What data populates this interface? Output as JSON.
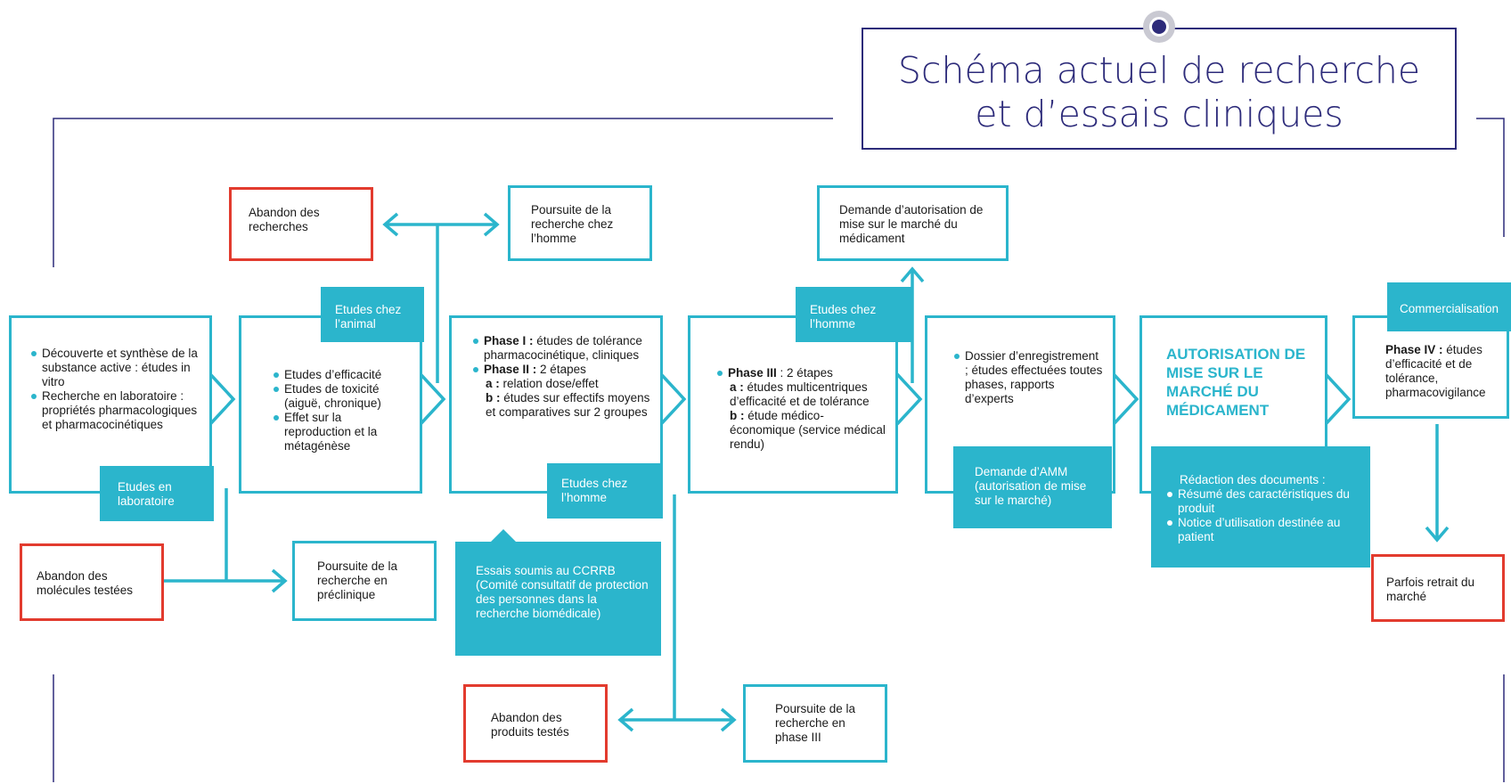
{
  "title": {
    "line1": "Schéma actuel de recherche",
    "line2": "et d’essais cliniques"
  },
  "colors": {
    "teal": "#2bb5cc",
    "red": "#e23b2e",
    "navy": "#2d2b7a"
  },
  "icons": [
    "eye-icon"
  ],
  "stage1": {
    "items": [
      "Découverte et synthèse de la substance active : études in vitro",
      "Recherche en laboratoire : propriétés pharmacologiques et pharmacocinétiques"
    ],
    "label": "Etudes en laboratoire"
  },
  "stage2": {
    "items": [
      "Etudes d’efficacité",
      "Etudes de toxicité (aiguë, chronique)",
      "Effet sur la reproduction et la métagénèse"
    ],
    "label": "Etudes chez l’animal"
  },
  "stage3": {
    "phase1_title": "Phase I :",
    "phase1_text": "études de tolérance pharmacocinétique, cliniques",
    "phase2_title": "Phase II :",
    "phase2_text": "2 étapes",
    "a_key": "a :",
    "a_text": "relation dose/effet",
    "b_key": "b :",
    "b_text": "études sur effectifs moyens et comparatives sur 2 groupes",
    "label": "Etudes chez l’homme",
    "ccrrb": "Essais soumis au CCRRB (Comité consultatif de protection des personnes dans la recherche biomédicale)"
  },
  "stage4": {
    "phase3_title": "Phase III",
    "phase3_text": ": 2 étapes",
    "a_key": "a :",
    "a_text": "études multicentriques d’efficacité et de tolérance",
    "b_key": "b :",
    "b_text": "étude médico-économique (service médical rendu)",
    "label": "Etudes chez l’homme"
  },
  "stage5": {
    "item": "Dossier d’enregistrement ; études effectuées toutes phases, rapports d’experts",
    "label": "Demande d’AMM (autorisation de mise sur le marché)"
  },
  "stage6": {
    "title": "AUTORISATION DE MISE SUR LE MARCHÉ DU MÉDICAMENT",
    "docs_title": "Rédaction des documents :",
    "docs": [
      "Résumé des caractéristiques du produit",
      "Notice d’utilisation destinée au patient"
    ]
  },
  "stage7": {
    "label": "Commercialisation",
    "phase4_title": "Phase IV :",
    "phase4_text": "études d’efficacité et de tolérance, pharmacovigilance"
  },
  "outcomes": {
    "abandon_recherches": "Abandon des recherches",
    "poursuite_homme": "Poursuite de la recherche chez l’homme",
    "abandon_molecules": "Abandon des molécules testées",
    "poursuite_preclinique": "Poursuite de la recherche en préclinique",
    "abandon_produits": "Abandon des produits testés",
    "poursuite_phase3": "Poursuite de la recherche en phase III",
    "demande_autorisation": "Demande d’autorisation de mise sur le marché du médicament",
    "retrait": "Parfois retrait du marché"
  }
}
